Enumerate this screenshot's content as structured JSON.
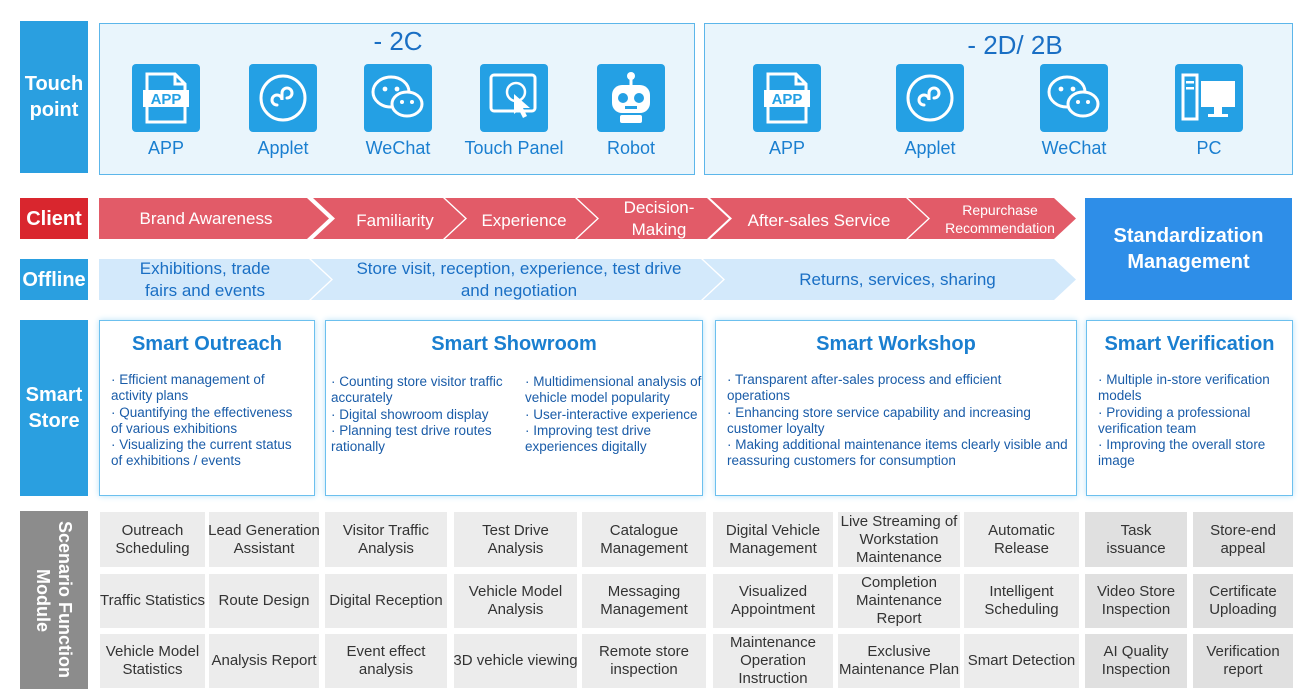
{
  "side_labels": {
    "touch_point": "Touch point",
    "client": "Client",
    "offline": "Offline",
    "smart_store": "Smart Store",
    "scenario": "Scenario Function Module"
  },
  "panels": {
    "c2": {
      "title": "- 2C"
    },
    "d2b": {
      "title": "-   2D/ 2B"
    }
  },
  "touchpoints_2c": [
    {
      "label": "APP",
      "icon": "app-file-icon"
    },
    {
      "label": "Applet",
      "icon": "applet-icon"
    },
    {
      "label": "WeChat",
      "icon": "wechat-icon"
    },
    {
      "label": "Touch Panel",
      "icon": "touch-panel-icon"
    },
    {
      "label": "Robot",
      "icon": "robot-icon"
    }
  ],
  "touchpoints_2d": [
    {
      "label": "APP",
      "icon": "app-file-icon"
    },
    {
      "label": "Applet",
      "icon": "applet-icon"
    },
    {
      "label": "WeChat",
      "icon": "wechat-icon"
    },
    {
      "label": "PC",
      "icon": "pc-icon"
    }
  ],
  "client_steps": [
    "Brand Awareness",
    "Familiarity",
    "Experience",
    "Decision-\nMaking",
    "After-sales Service",
    "Repurchase\nRecommendation"
  ],
  "offline_steps": [
    "Exhibitions, trade\nfairs and events",
    "Store visit, reception, experience, test drive\nand negotiation",
    "Returns, services, sharing"
  ],
  "standardization": "Standardization\nManagement",
  "smart_boxes": {
    "outreach": {
      "title": "Smart Outreach",
      "bullets": [
        "· Efficient management of activity plans",
        "· Quantifying the effectiveness of various exhibitions",
        "· Visualizing the current status of exhibitions / events"
      ]
    },
    "showroom": {
      "title": "Smart Showroom",
      "bullets_left": [
        "· Counting store visitor traffic accurately",
        "· Digital showroom display",
        "· Planning test drive routes rationally"
      ],
      "bullets_right": [
        "· Multidimensional analysis of vehicle model popularity",
        "· User-interactive experience",
        "· Improving test drive experiences digitally"
      ]
    },
    "workshop": {
      "title": "Smart Workshop",
      "bullets": [
        "· Transparent after-sales process and efficient operations",
        "· Enhancing store service capability and increasing customer loyalty",
        "· Making additional maintenance items clearly visible and reassuring customers for consumption"
      ]
    },
    "verification": {
      "title": "Smart Verification",
      "bullets": [
        "· Multiple in-store verification models",
        "· Providing a professional verification team",
        "· Improving the overall store image"
      ]
    }
  },
  "modules": [
    [
      "Outreach\nScheduling",
      "Lead Generation\nAssistant",
      "Visitor Traffic\nAnalysis",
      "Test Drive\nAnalysis",
      "Catalogue\nManagement",
      "Digital Vehicle\nManagement",
      "Live Streaming of\nWorkstation\nMaintenance",
      "Automatic\nRelease",
      "Task\nissuance",
      "Store-end\nappeal"
    ],
    [
      "Traffic Statistics",
      "Route Design",
      "Digital Reception",
      "Vehicle Model\nAnalysis",
      "Messaging\nManagement",
      "Visualized\nAppointment",
      "Completion\nMaintenance\nReport",
      "Intelligent\nScheduling",
      "Video Store\nInspection",
      "Certificate\nUploading"
    ],
    [
      "Vehicle Model\nStatistics",
      "Analysis Report",
      "Event effect\nanalysis",
      "3D vehicle viewing",
      "Remote store\ninspection",
      "Maintenance\nOperation\nInstruction",
      "Exclusive\nMaintenance Plan",
      "Smart Detection",
      "AI Quality\nInspection",
      "Verification\nreport"
    ]
  ]
}
